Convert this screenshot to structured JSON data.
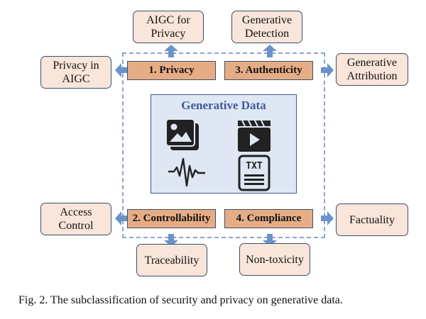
{
  "diagram": {
    "core": {
      "title": "Generative Data",
      "icons": [
        "image-icon",
        "video-clapper-icon",
        "audio-waveform-icon",
        "text-document-icon"
      ],
      "txt_label": "TXT"
    },
    "categories": [
      {
        "label": "1. Privacy"
      },
      {
        "label": "2. Controllability"
      },
      {
        "label": "3. Authenticity"
      },
      {
        "label": "4. Compliance"
      }
    ],
    "leaves": {
      "aigc_for_privacy": [
        "AIGC for",
        "Privacy"
      ],
      "privacy_in_aigc": [
        "Privacy in",
        "AIGC"
      ],
      "generative_detection": [
        "Generative",
        "Detection"
      ],
      "generative_attribution": [
        "Generative",
        "Attribution"
      ],
      "access_control": [
        "Access",
        "Control"
      ],
      "traceability": [
        "Traceability"
      ],
      "non_toxicity": [
        "Non-toxicity"
      ],
      "factuality": [
        "Factuality"
      ]
    },
    "colors": {
      "leaf_fill": "#f9e5d9",
      "category_fill": "#e6ad85",
      "core_fill": "#dfe7f4",
      "dash": "#8ea4cf",
      "arrow": "#6b93cb"
    }
  },
  "caption": "Fig. 2.  The subclassification of security and privacy on generative data."
}
